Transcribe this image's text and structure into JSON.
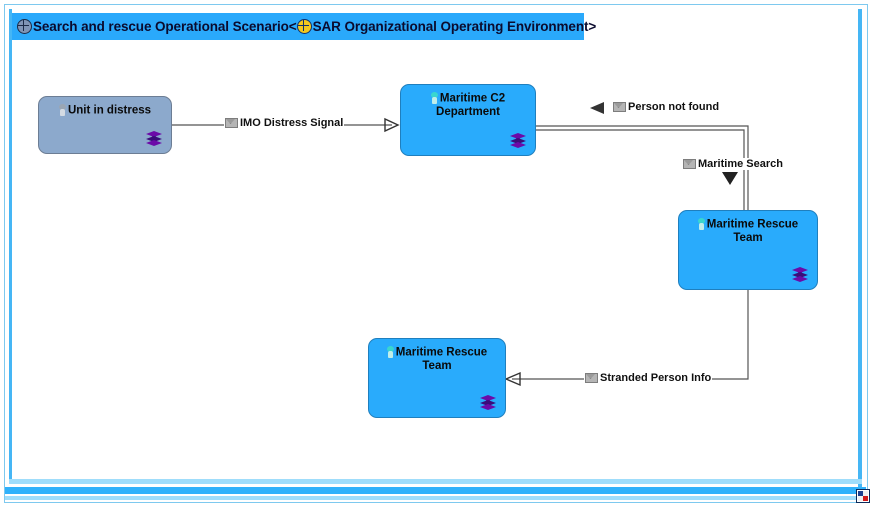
{
  "diagram": {
    "title_prefix": "Search and rescue Operational Scenario<",
    "title_suffix": "SAR Organizational Operating Environment>",
    "title_full": "Search and rescue Operational Scenario<SAR Organizational Operating Environment>",
    "icons": {
      "scenario_icon": "globe-dark-icon",
      "environment_icon": "globe-gold-icon",
      "corner_icon": "diagram-resize-icon"
    },
    "colors": {
      "frame_border": "#7ec9ef",
      "frame_accent": "#45b6f5",
      "title_bar": "#2aa9fb",
      "node_cyan": "#29abfc",
      "node_grey_blue": "#8ca9cc",
      "connector": "#555555",
      "text": "#0a0a0a",
      "badge_purple": "#6b0aa8",
      "pin_teal": "#39d6cf"
    }
  },
  "nodes": [
    {
      "id": "unit-in-distress",
      "label": "Unit in distress",
      "fill": "grey",
      "pin": "grey",
      "badge": "stacked-diamond-icon"
    },
    {
      "id": "maritime-c2-department",
      "label": "Maritime C2 Department",
      "label_line1": "Maritime C2",
      "label_line2": "Department",
      "fill": "cyan",
      "pin": "teal",
      "badge": "stacked-diamond-icon"
    },
    {
      "id": "maritime-rescue-team-right",
      "label": "Maritime Rescue Team",
      "label_line1": "Maritime Rescue",
      "label_line2": "Team",
      "fill": "cyan",
      "pin": "teal",
      "badge": "stacked-diamond-icon"
    },
    {
      "id": "maritime-rescue-team-bottom",
      "label": "Maritime Rescue Team",
      "label_line1": "Maritime Rescue",
      "label_line2": "Team",
      "fill": "cyan",
      "pin": "teal",
      "badge": "stacked-diamond-icon"
    }
  ],
  "connectors": [
    {
      "id": "imo-distress-signal",
      "label": "IMO Distress Signal",
      "icon": "message-icon",
      "from": "unit-in-distress",
      "to": "maritime-c2-department",
      "direction": "right"
    },
    {
      "id": "person-not-found",
      "label": "Person not found",
      "icon": "message-icon",
      "from": "maritime-rescue-team-right",
      "to": "maritime-c2-department",
      "direction": "left"
    },
    {
      "id": "maritime-search",
      "label": "Maritime Search",
      "icon": "message-icon",
      "from": "maritime-c2-department",
      "to": "maritime-rescue-team-right",
      "direction": "down"
    },
    {
      "id": "stranded-person-info",
      "label": "Stranded Person Info",
      "icon": "message-icon",
      "from": "maritime-rescue-team-right",
      "to": "maritime-rescue-team-bottom",
      "direction": "left"
    }
  ]
}
